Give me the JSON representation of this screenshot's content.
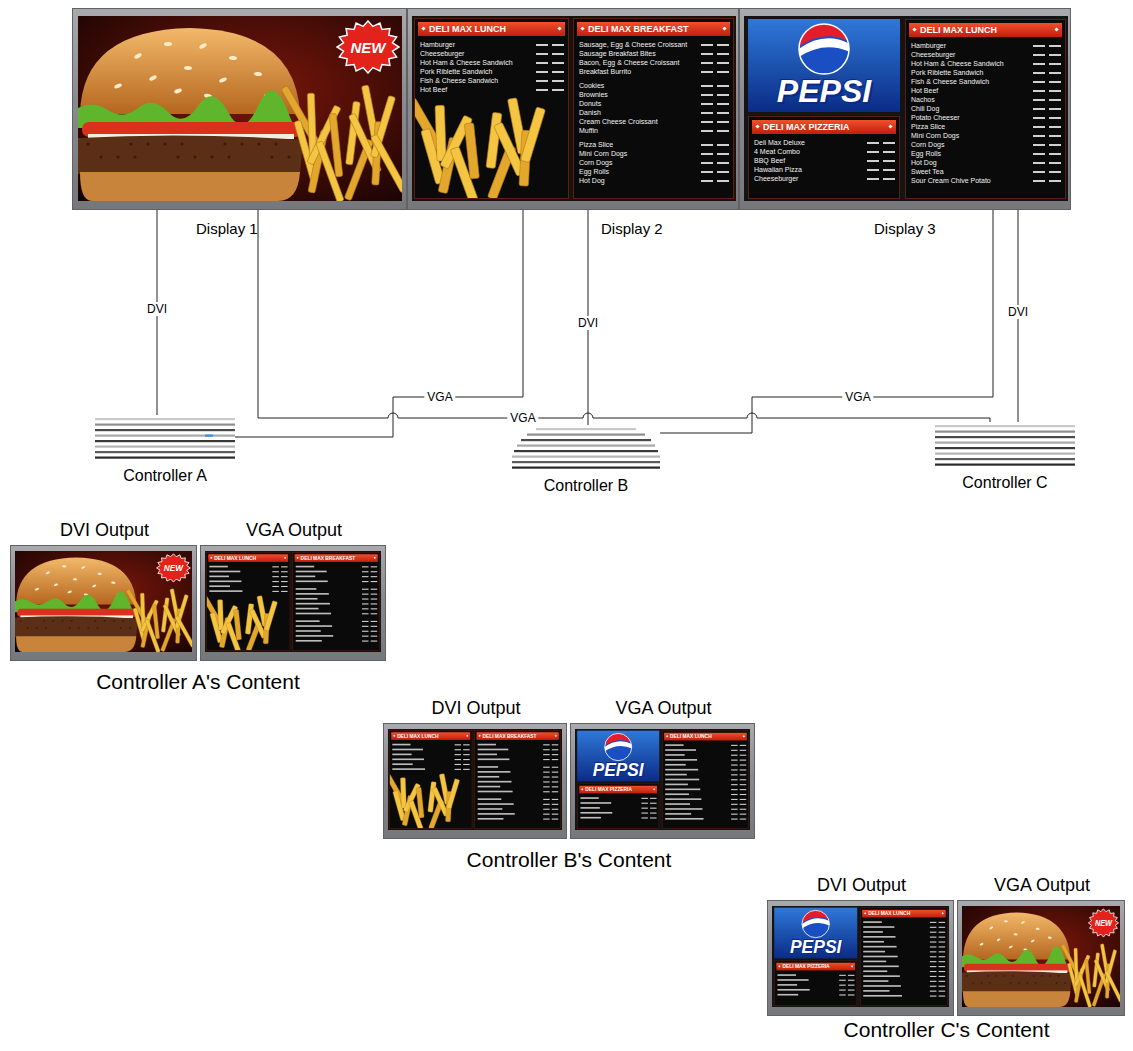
{
  "diagram": {
    "nodes": [
      {
        "text": [
          "Display 1"
        ]
      },
      {
        "text": [
          "NEW"
        ],
        "in": 0
      },
      {
        "text": [
          "Display 2"
        ]
      },
      {
        "text": [
          "DELI MAX LUNCH",
          "Hamburger",
          "Cheeseburger",
          "Hot Ham & Cheese Sandwich",
          "Pork Riblette Sandwich",
          "Fish & Cheese Sandwich",
          "Hot Beef"
        ],
        "in": 2
      },
      {
        "text": [
          "DELI MAX BREAKFAST",
          "Sausage, Egg & Cheese Croissant",
          "Sausage Breakfast Bites",
          "Bacon, Egg & Cheese Croissant",
          "Breakfast Burrito",
          "Cookies",
          "Brownies",
          "Donuts",
          "Danish",
          "Cream Cheese Croissant",
          "Muffin",
          "Pizza Slice",
          "Mini Corn Dogs",
          "Corn Dogs",
          "Egg Rolls",
          "Hot Dog"
        ],
        "in": 2
      },
      {
        "text": [
          "Display 3"
        ]
      },
      {
        "text": [
          "PEPSI"
        ],
        "in": 5
      },
      {
        "text": [
          "DELI MAX PIZZERIA",
          "Deli Max Deluxe",
          "4 Meat Combo",
          "BBQ Beef",
          "Hawaiian Pizza",
          "Cheeseburger"
        ],
        "in": 5
      },
      {
        "text": [
          "DELI MAX LUNCH",
          "Hamburger",
          "Cheeseburger",
          "Hot Ham & Cheese Sandwich",
          "Pork Riblette Sandwich",
          "Fish & Cheese Sandwich",
          "Hot Beef",
          "Nachos",
          "Chili Dog",
          "Potato Cheeser",
          "Pizza Slice",
          "Mini Corn Dogs",
          "Corn Dogs",
          "Egg Rolls",
          "Hot Dog",
          "Sweet Tea",
          "Sour Cream Chive Potato"
        ],
        "in": 5
      },
      {
        "text": [
          "Controller A"
        ]
      },
      {
        "text": [
          "Controller B"
        ]
      },
      {
        "text": [
          "Controller C"
        ]
      },
      {
        "text": [
          "Controller A's Content"
        ]
      },
      {
        "text": [
          "DVI Output",
          "NEW"
        ],
        "in": 12
      },
      {
        "text": [
          "VGA Output",
          "DELI MAX LUNCH",
          "DELI MAX BREAKFAST"
        ],
        "in": 12
      },
      {
        "text": [
          "Controller B's Content"
        ]
      },
      {
        "text": [
          "DVI Output",
          "DELI MAX LUNCH",
          "DELI MAX BREAKFAST"
        ],
        "in": 15
      },
      {
        "text": [
          "VGA Output",
          "PEPSI",
          "DELI MAX PIZZERIA",
          "DELI MAX LUNCH"
        ],
        "in": 15
      },
      {
        "text": [
          "Controller C's Content"
        ]
      },
      {
        "text": [
          "DVI Output",
          "PEPSI",
          "DELI MAX PIZZERIA",
          "DELI MAX LUNCH"
        ],
        "in": 18
      },
      {
        "text": [
          "VGA Output",
          "NEW"
        ],
        "in": 18
      }
    ],
    "edges": [
      {
        "from": 9,
        "to": 0,
        "label": "DVI",
        "arrow": "none"
      },
      {
        "from": 9,
        "to": 2,
        "label": "VGA",
        "arrow": "none"
      },
      {
        "from": 10,
        "to": 2,
        "label": "DVI",
        "arrow": "none"
      },
      {
        "from": 10,
        "to": 5,
        "label": "VGA",
        "arrow": "none"
      },
      {
        "from": 11,
        "to": 0,
        "label": "VGA",
        "arrow": "none"
      },
      {
        "from": 11,
        "to": 5,
        "label": "DVI",
        "arrow": "none"
      }
    ]
  }
}
